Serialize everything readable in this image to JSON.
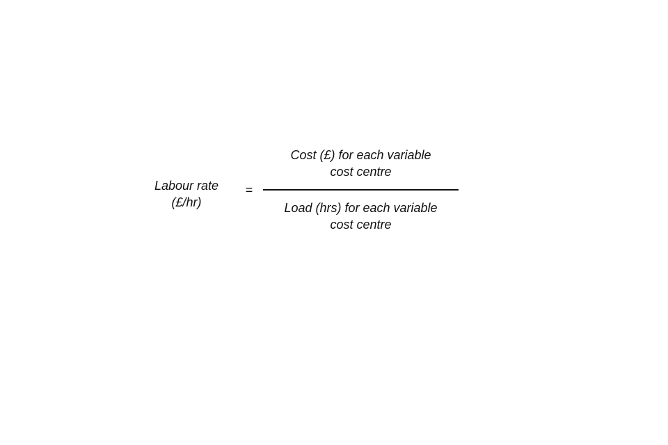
{
  "formula": {
    "lhs": {
      "line1": "Labour rate",
      "line2": "(£/hr)"
    },
    "operator": "=",
    "numerator": {
      "line1": "Cost (£) for each variable",
      "line2": "cost centre"
    },
    "denominator": {
      "line1": "Load (hrs) for each variable",
      "line2": "cost centre"
    }
  }
}
